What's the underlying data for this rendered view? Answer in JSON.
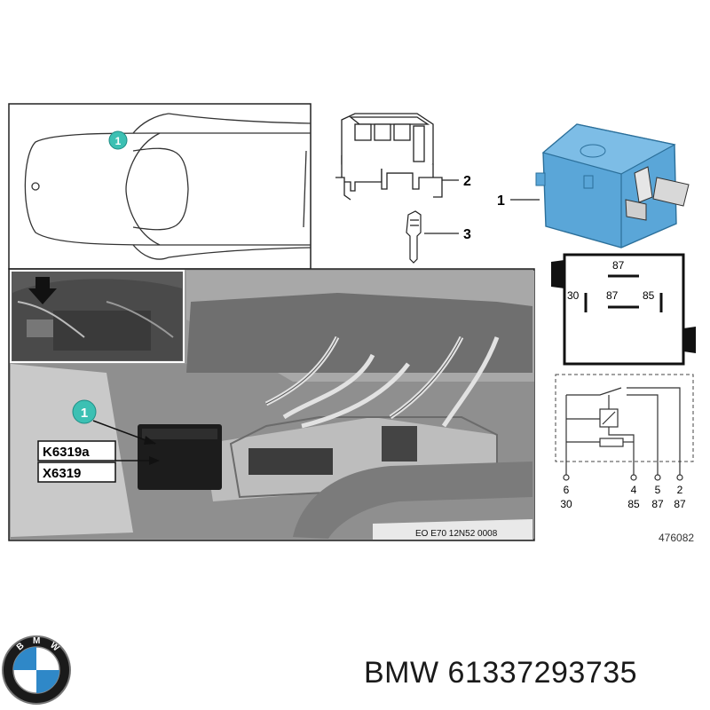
{
  "callouts": {
    "car_marker": "1",
    "relay": "1",
    "socket": "2",
    "terminal": "3",
    "photo_marker": "1"
  },
  "photo": {
    "label_relay": "K6319a",
    "label_connector": "X6319",
    "caption": "EO E70 12N52 0008"
  },
  "relay_pinout": {
    "top": "87",
    "left": "30",
    "center": "87",
    "right": "85"
  },
  "schematic": {
    "pin_numbers": [
      "6",
      "4",
      "5",
      "2"
    ],
    "pin_terminals": [
      "30",
      "85",
      "87",
      "87"
    ]
  },
  "diagram_id": "476082",
  "footer": {
    "brand": "BMW",
    "part_number": "61337293735",
    "logo_letters": [
      "B",
      "M",
      "W"
    ]
  },
  "colors": {
    "relay_blue": "#5aa6d8",
    "marker_teal": "#3cc0b3",
    "photo_gray": "#9a9a9a"
  }
}
